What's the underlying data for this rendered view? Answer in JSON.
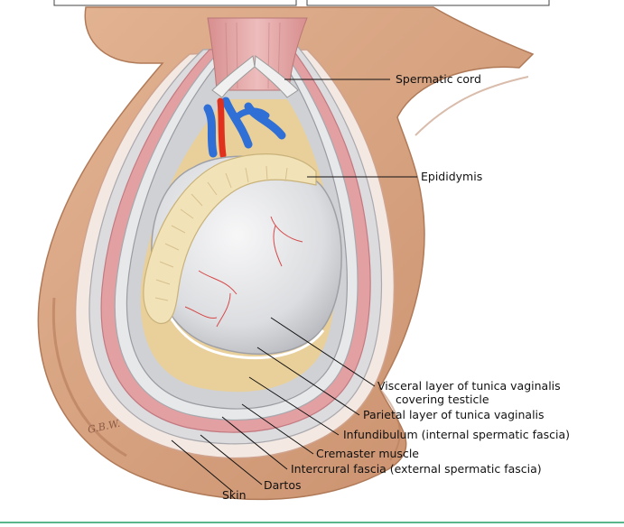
{
  "labels": {
    "spermatic_cord": "Spermatic cord",
    "epididymis": "Epididymis",
    "visceral_line1": "Visceral layer of tunica vaginalis",
    "visceral_line2": "covering testicle",
    "parietal": "Parietal layer of tunica vaginalis",
    "infundibulum": "Infundibulum (internal spermatic fascia)",
    "cremaster": "Cremaster muscle",
    "intercrural": "Intercrural fascia (external spermatic fascia)",
    "dartos": "Dartos",
    "skin": "Skin"
  },
  "artist_signature": "G.B.W.",
  "colors": {
    "skin": "#d9a683",
    "skin_shadow": "#b97e5c",
    "fascia": "#ece7e4",
    "muscle": "#e3a3a3",
    "tunica": "#cfd1d4",
    "testis": "#e6e7e9",
    "epididymis": "#f1e2b8",
    "artery": "#e0311f",
    "vein": "#2f6fd6",
    "divider": "#59b58a"
  }
}
